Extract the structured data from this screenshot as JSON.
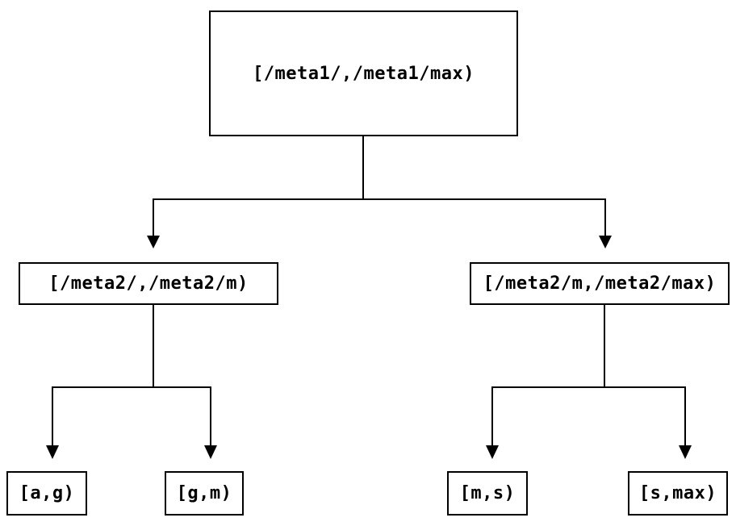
{
  "diagram": {
    "type": "binary-tree-flowchart",
    "background_color": "#ffffff",
    "line_color": "#000000",
    "text_color": "#000000",
    "nodes": {
      "root": {
        "label": "[/meta1/,/meta1/max)"
      },
      "left": {
        "label": "[/meta2/,/meta2/m)"
      },
      "right": {
        "label": "[/meta2/m,/meta2/max)"
      },
      "leaf_ag": {
        "label": "[a,g)"
      },
      "leaf_gm": {
        "label": "[g,m)"
      },
      "leaf_ms": {
        "label": "[m,s)"
      },
      "leaf_smax": {
        "label": "[s,max)"
      }
    },
    "edges": [
      {
        "from": "root",
        "to": "left"
      },
      {
        "from": "root",
        "to": "right"
      },
      {
        "from": "left",
        "to": "leaf_ag"
      },
      {
        "from": "left",
        "to": "leaf_gm"
      },
      {
        "from": "right",
        "to": "leaf_ms"
      },
      {
        "from": "right",
        "to": "leaf_smax"
      }
    ]
  }
}
